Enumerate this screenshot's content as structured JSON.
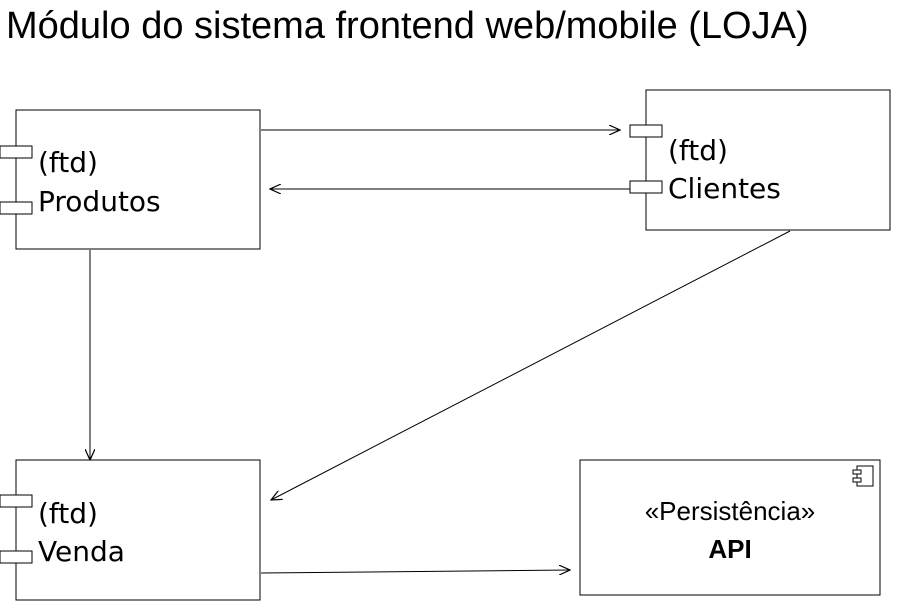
{
  "title": "Módulo do sistema frontend web/mobile (LOJA)",
  "components": {
    "produtos": {
      "tag": "(ftd)",
      "name": "Produtos"
    },
    "clientes": {
      "tag": "(ftd)",
      "name": "Clientes"
    },
    "venda": {
      "tag": "(ftd)",
      "name": "Venda"
    },
    "api": {
      "stereotype": "«Persistência»",
      "name": "API",
      "icon": "component-icon"
    }
  },
  "connections": [
    {
      "from": "produtos",
      "to": "clientes"
    },
    {
      "from": "clientes",
      "to": "produtos"
    },
    {
      "from": "produtos",
      "to": "venda"
    },
    {
      "from": "clientes",
      "to": "venda"
    },
    {
      "from": "venda",
      "to": "api"
    }
  ]
}
